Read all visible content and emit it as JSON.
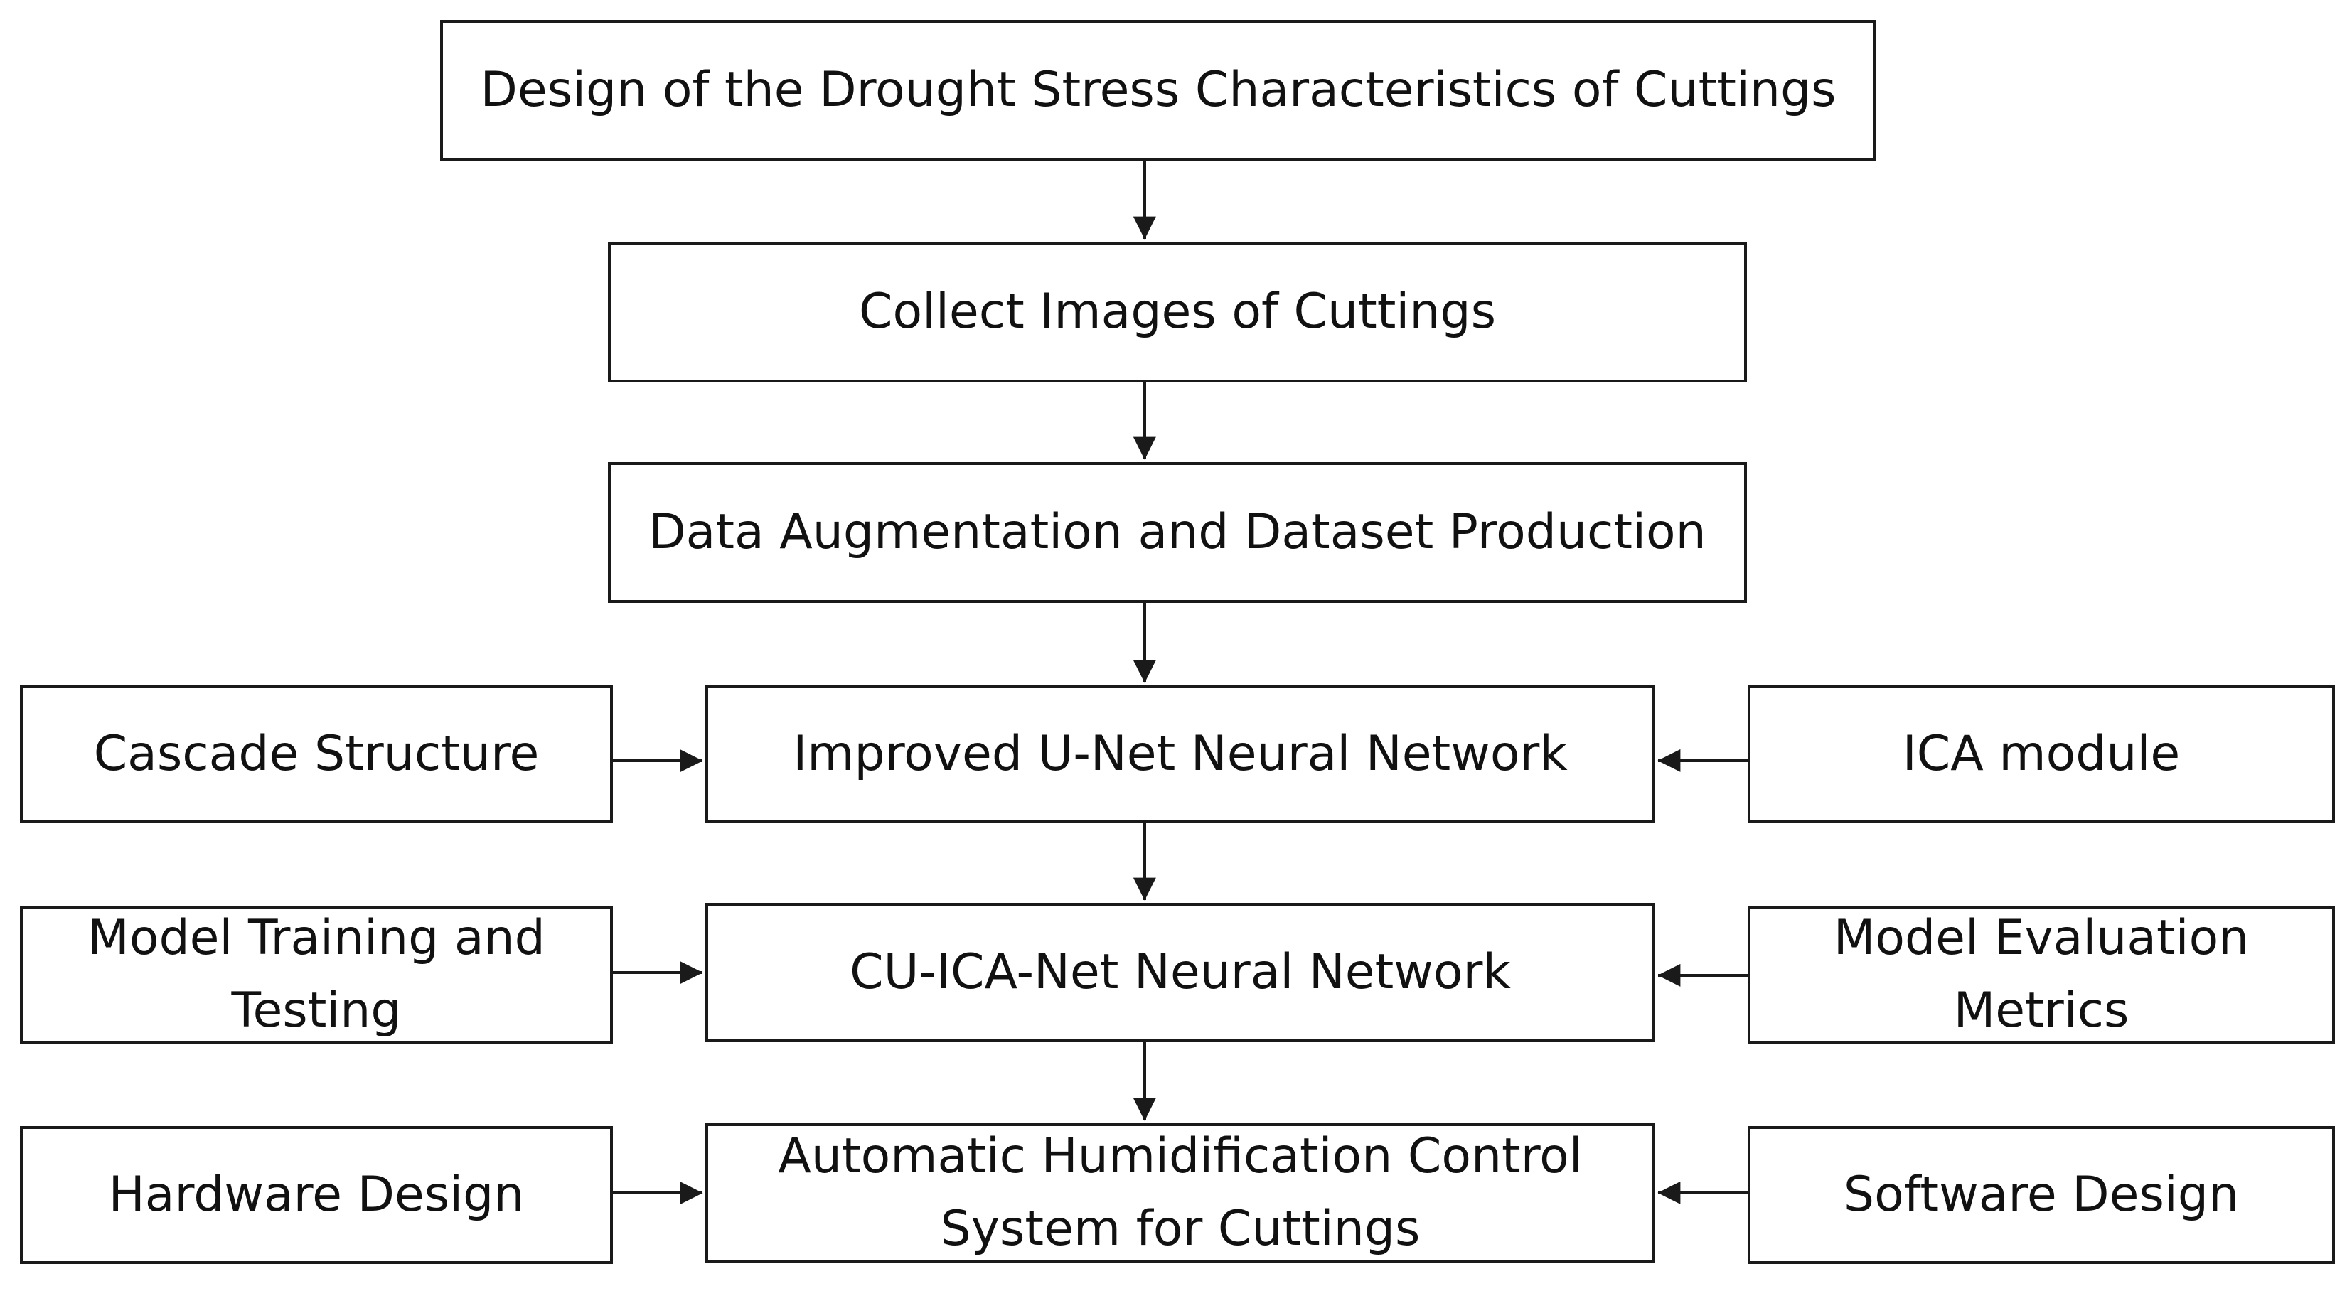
{
  "flowchart": {
    "main_steps": [
      {
        "id": "step-design-drought-stress",
        "label": "Design of the Drought Stress Characteristics of Cuttings"
      },
      {
        "id": "step-collect-images",
        "label": "Collect Images of Cuttings"
      },
      {
        "id": "step-data-augmentation",
        "label": "Data Augmentation and Dataset Production"
      },
      {
        "id": "step-improved-unet",
        "label": "Improved U-Net Neural Network"
      },
      {
        "id": "step-cu-ica-net",
        "label": "CU-ICA-Net Neural Network"
      },
      {
        "id": "step-humidification-system",
        "label": "Automatic Humidification Control\nSystem for Cuttings"
      }
    ],
    "left_inputs": [
      {
        "id": "input-cascade-structure",
        "label": "Cascade Structure"
      },
      {
        "id": "input-model-training",
        "label": "Model Training and\nTesting"
      },
      {
        "id": "input-hardware-design",
        "label": "Hardware Design"
      }
    ],
    "right_inputs": [
      {
        "id": "input-ica-module",
        "label": "ICA module"
      },
      {
        "id": "input-model-evaluation",
        "label": "Model Evaluation\nMetrics"
      },
      {
        "id": "input-software-design",
        "label": "Software Design"
      }
    ]
  }
}
